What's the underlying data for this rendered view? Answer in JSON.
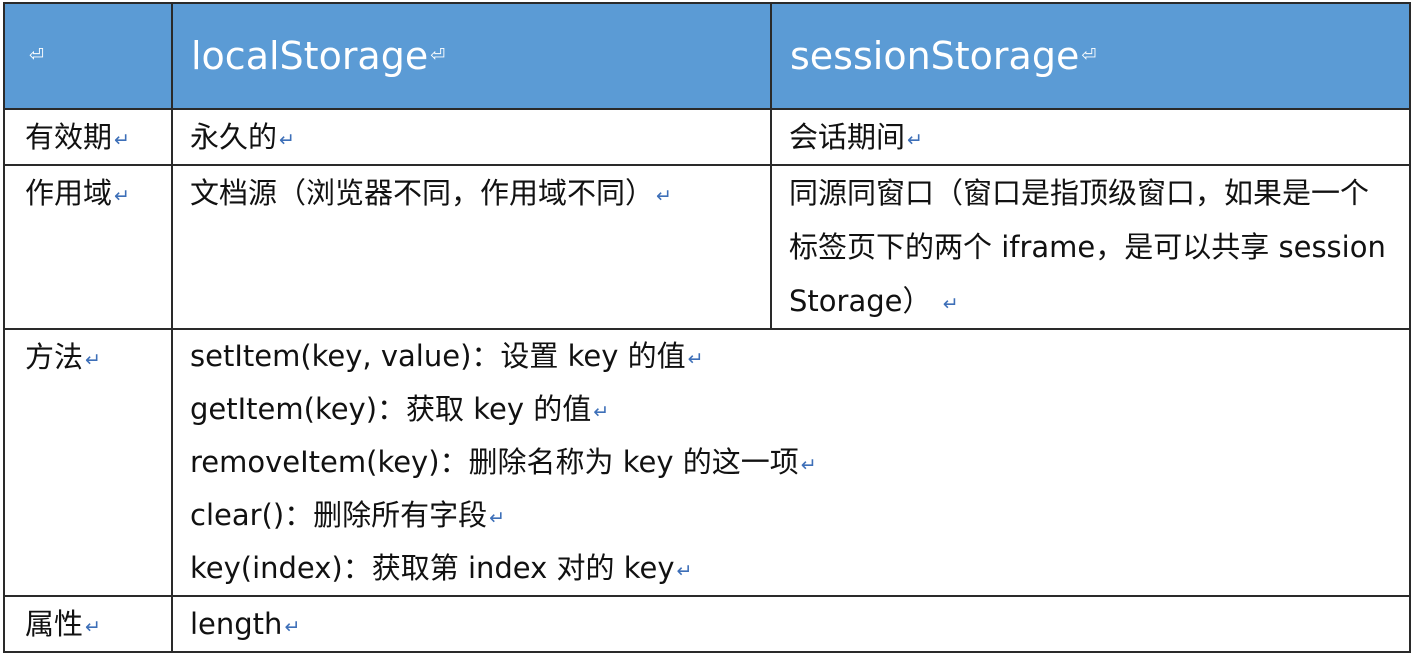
{
  "return_mark": "↵",
  "header_mark": "⏎",
  "header": {
    "corner": "",
    "col_local": "localStorage",
    "col_session": "sessionStorage"
  },
  "rows": {
    "validity": {
      "label": "有效期",
      "local": "永久的",
      "session": "会话期间"
    },
    "scope": {
      "label": "作用域",
      "local": "文档源（浏览器不同，作用域不同）",
      "session": "同源同窗口（窗口是指顶级窗口，如果是一个标签页下的两个 iframe，是可以共享 sessionStorage）"
    },
    "methods": {
      "label": "方法",
      "items": [
        "setItem(key, value)：设置 key 的值",
        "getItem(key)：获取 key 的值",
        "removeItem(key)：删除名称为 key 的这一项",
        "clear()：删除所有字段",
        "key(index)：获取第 index 对的 key"
      ]
    },
    "properties": {
      "label": "属性",
      "value": "length"
    }
  },
  "colors": {
    "header_bg": "#5b9bd5",
    "header_text": "#ffffff",
    "border": "#2a2a2a",
    "return_mark": "#3d6fb8"
  }
}
